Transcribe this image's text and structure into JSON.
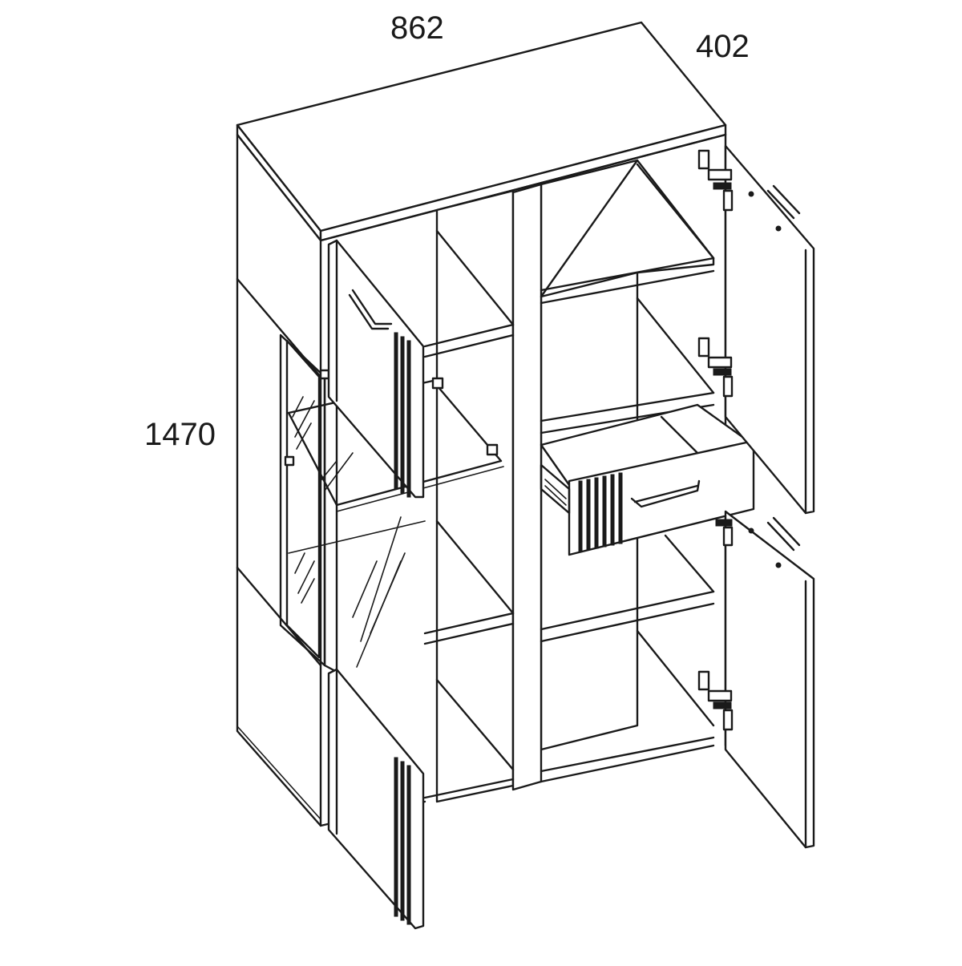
{
  "dimensions": {
    "width": "862",
    "depth": "402",
    "height": "1470"
  },
  "colors": {
    "line": "#1a1a1a",
    "background": "#ffffff"
  }
}
